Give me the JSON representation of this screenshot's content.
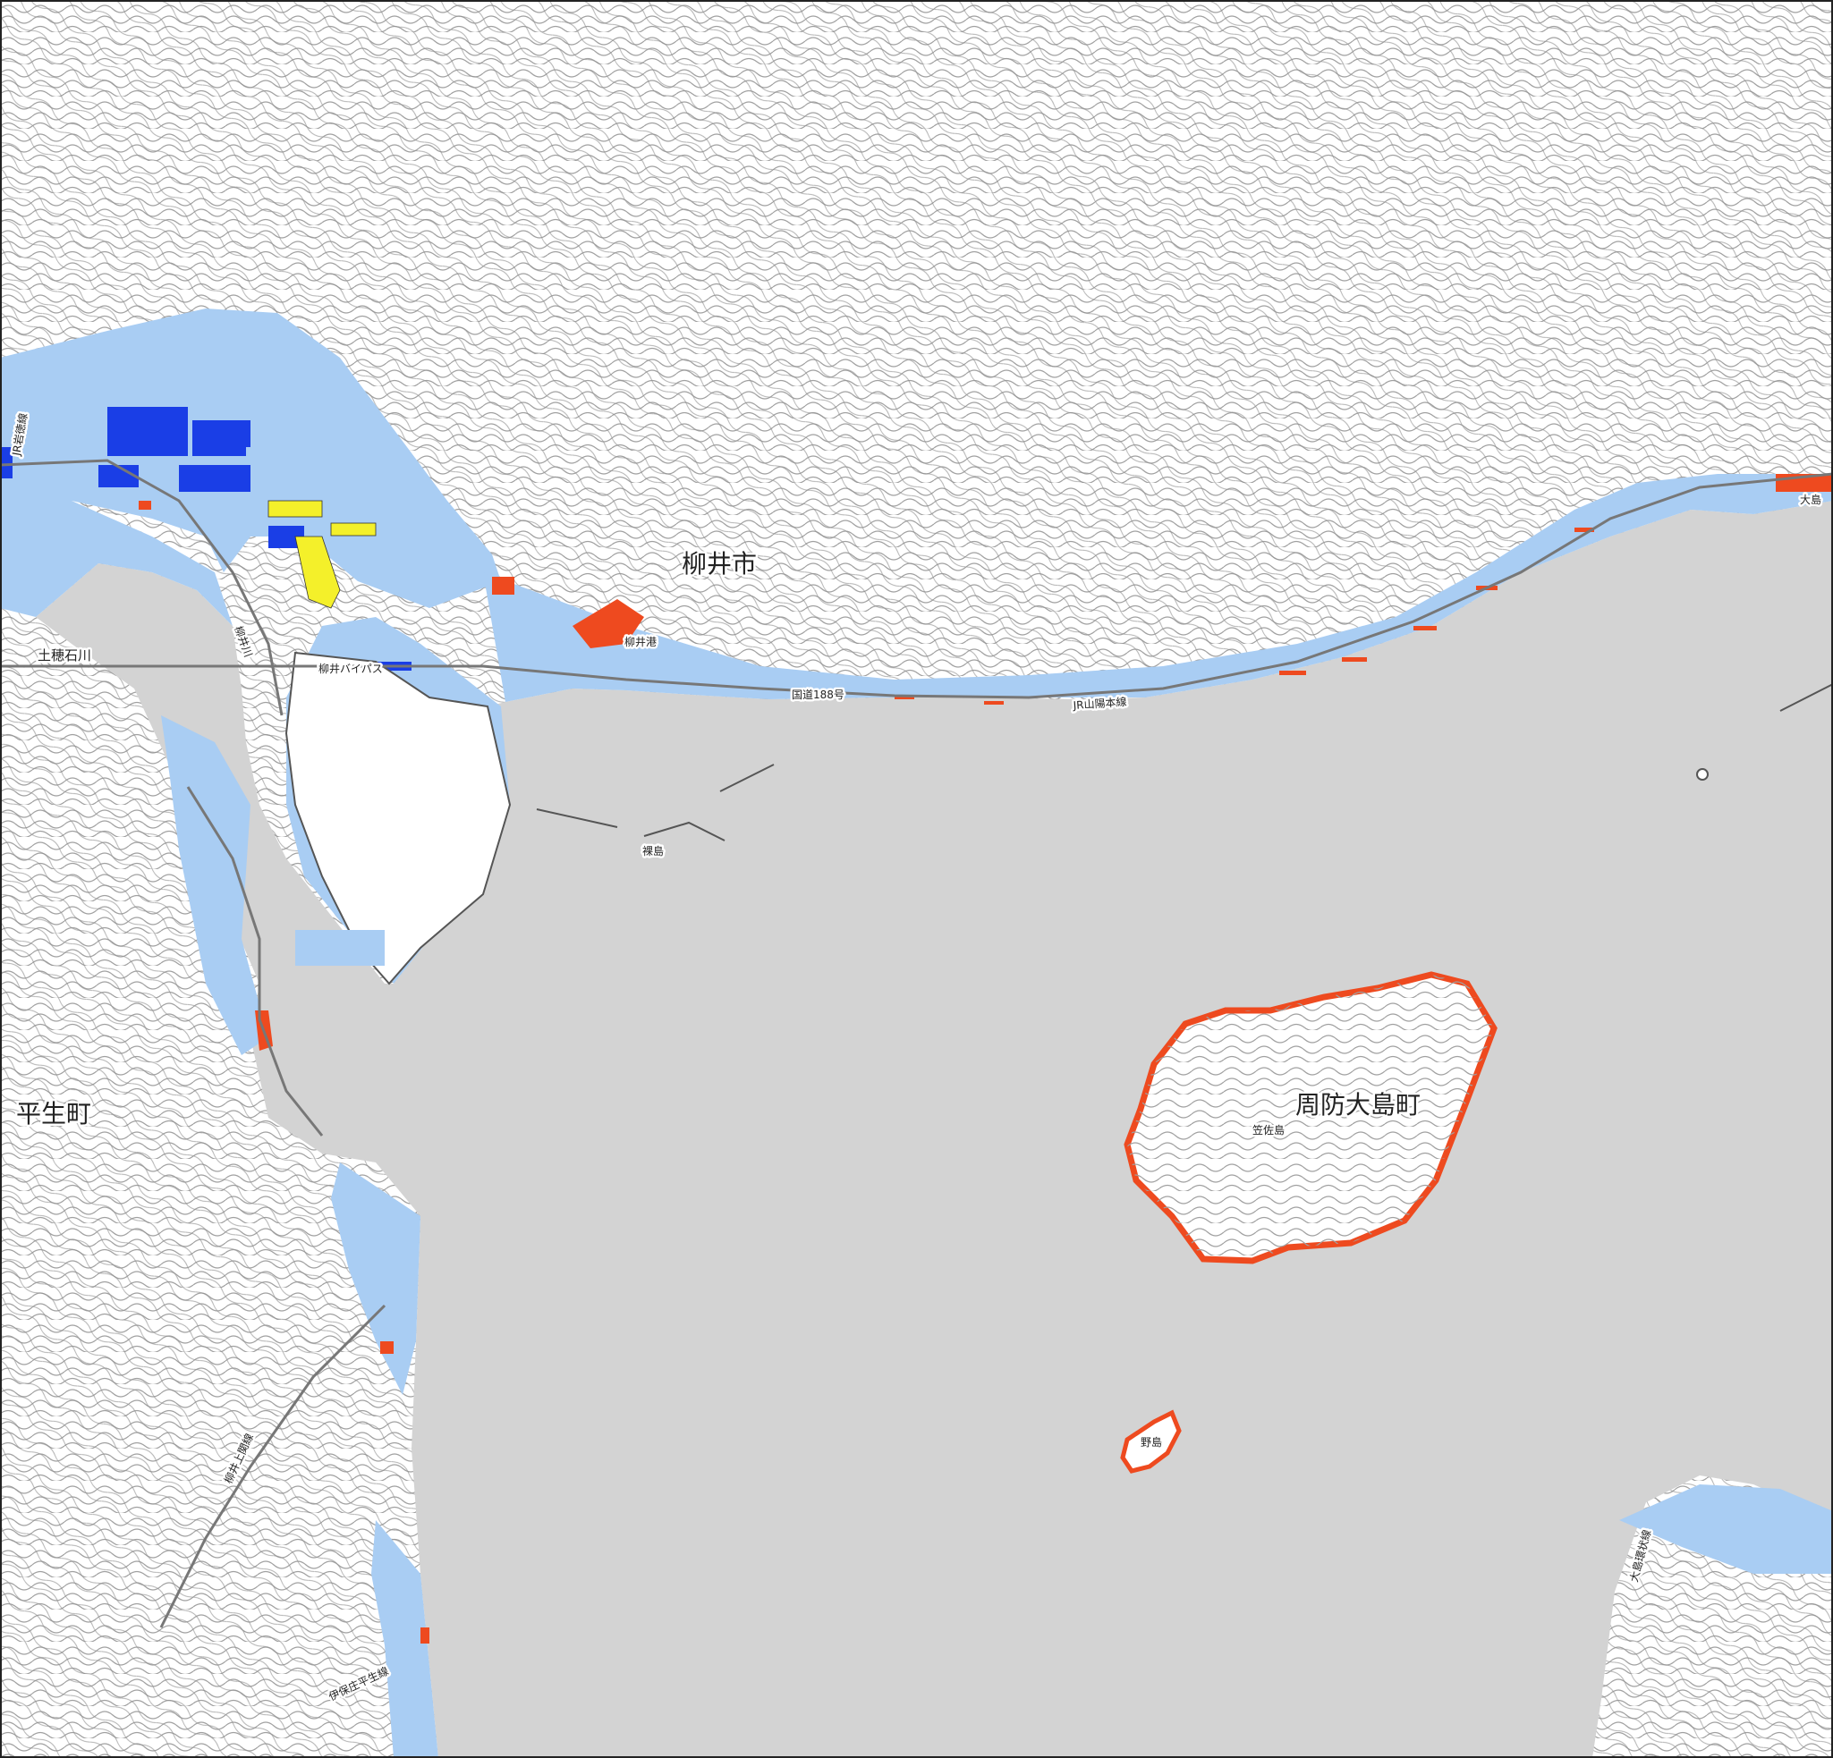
{
  "colors": {
    "land": "#ffffff",
    "sea": "#d3d3d3",
    "flood_shallow": "#a9cdf3",
    "flood_deep": "#1a3ee6",
    "flood_yellow": "#f4f02a",
    "flood_red": "#ee4a1f",
    "contour": "#9a9a9a",
    "road": "#777777"
  },
  "labels": {
    "yanai_city": "柳井市",
    "suo_oshima_town": "周防大島町",
    "hirao_town": "平生町",
    "kasa_island": "笠佐島",
    "nojima": "野島",
    "hadakajima": "裸島",
    "yanai_port": "柳井港",
    "yanai_river": "柳井川",
    "dohoishi_river": "土穂石川",
    "yanai_bypass": "柳井バイパス",
    "route_188": "国道188号",
    "jr_sanyo_line": "JR山陽本線",
    "jr_ganpoku_line": "JR岩徳線",
    "oshima_road": "大島",
    "yanai_hirao_line": "柳井上関線",
    "ibosho_hirao_line": "伊保庄平生線",
    "oshima_bridge_line": "大島環状線"
  }
}
